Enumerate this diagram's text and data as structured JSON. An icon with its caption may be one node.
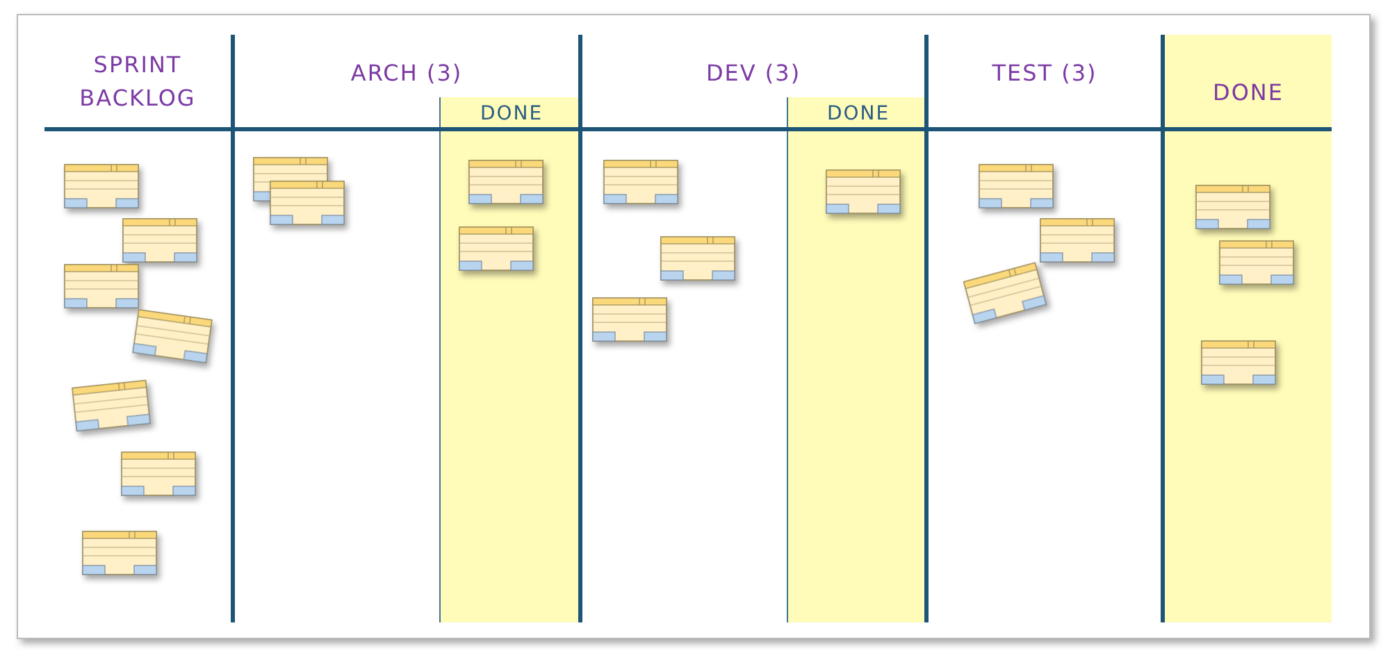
{
  "diagram": {
    "nodes": [
      {
        "text": [
          "SPRINT BACKLOG"
        ]
      },
      {
        "text": [
          "ARCH (3)"
        ]
      },
      {
        "text": [
          "DONE"
        ],
        "in": 1
      },
      {
        "text": [
          "DEV (3)"
        ]
      },
      {
        "text": [
          "DONE"
        ],
        "in": 3
      },
      {
        "text": [
          "TEST (3)"
        ]
      },
      {
        "text": [
          "DONE"
        ]
      }
    ]
  }
}
